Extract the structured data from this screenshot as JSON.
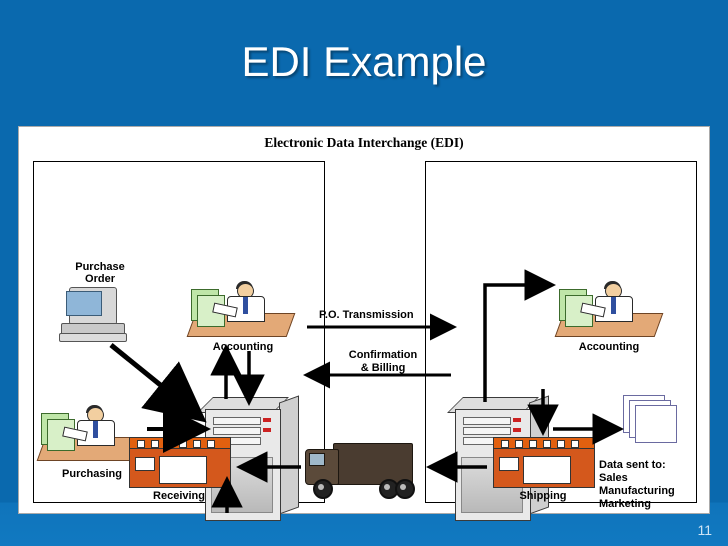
{
  "slide": {
    "title": "EDI Example",
    "page_number": "11",
    "background_color": "#0a69ae",
    "title_color": "#ffffff"
  },
  "diagram": {
    "title": "Electronic Data Interchange (EDI)",
    "left_panel": {
      "nodes": [
        {
          "id": "purchase-order",
          "label": "Purchase\nOrder",
          "icon": "desktop-computer-icon"
        },
        {
          "id": "accounting",
          "label": "Accounting",
          "icon": "person-at-desk-icon"
        },
        {
          "id": "purchasing",
          "label": "Purchasing",
          "icon": "person-at-desk-icon"
        },
        {
          "id": "server",
          "label": "",
          "icon": "server-tower-icon"
        },
        {
          "id": "receiving",
          "label": "Receiving",
          "icon": "warehouse-icon"
        }
      ]
    },
    "right_panel": {
      "nodes": [
        {
          "id": "accounting",
          "label": "Accounting",
          "icon": "person-at-desk-icon"
        },
        {
          "id": "server",
          "label": "",
          "icon": "server-tower-icon"
        },
        {
          "id": "shipping",
          "label": "Shipping",
          "icon": "warehouse-icon"
        },
        {
          "id": "documents",
          "label": "Data sent to:\nSales\nManufacturing\nMarketing",
          "icon": "document-stack-icon"
        }
      ]
    },
    "middle": {
      "transmission_label": "P.O. Transmission",
      "confirmation_label": "Confirmation\n& Billing",
      "truck": {
        "id": "delivery-truck",
        "icon": "truck-icon"
      }
    },
    "data_sent_to": {
      "heading": "Data sent to:",
      "items": [
        "Sales",
        "Manufacturing",
        "Marketing"
      ]
    }
  }
}
